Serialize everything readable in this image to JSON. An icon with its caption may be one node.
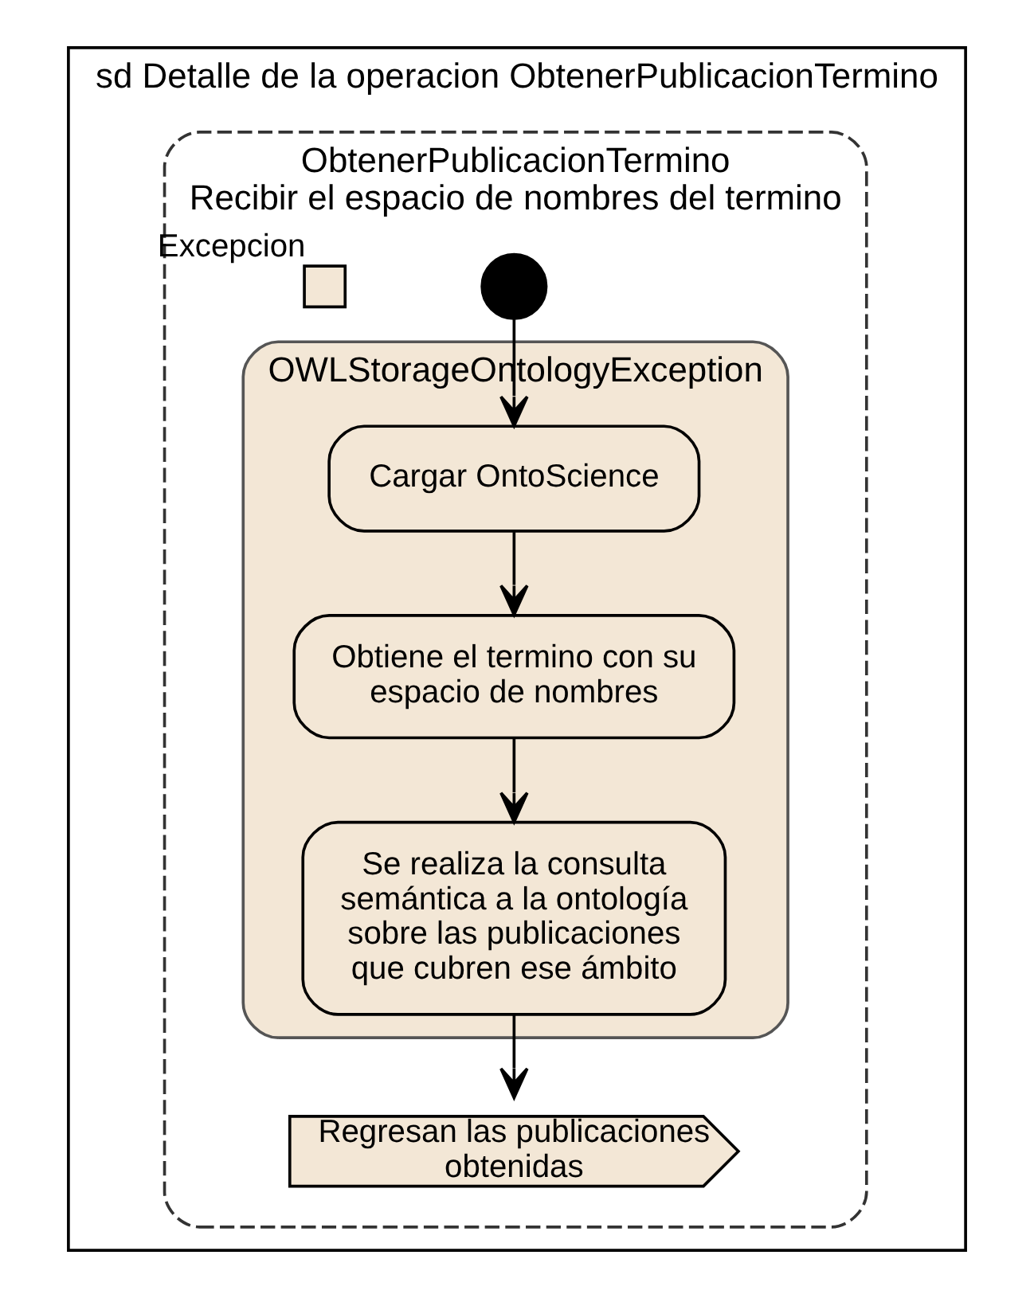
{
  "diagram": {
    "nodes": [
      {
        "text": [
          "sd Detalle de la operacion ObtenerPublicacionTermino"
        ]
      },
      {
        "text": [
          "ObtenerPublicacionTermino",
          "Recibir el espacio de nombres del termino"
        ],
        "in": 0
      },
      {
        "text": [],
        "shape": "circle",
        "in": 1
      },
      {
        "text": [],
        "shape": "box",
        "beside": [
          "Excepcion"
        ],
        "in": 1
      },
      {
        "text": [
          "OWLStorageOntologyException"
        ],
        "in": 1
      },
      {
        "text": [
          "Cargar OntoScience"
        ],
        "in": 4
      },
      {
        "text": [
          "Obtiene el termino con su espacio de nombres"
        ],
        "in": 4
      },
      {
        "text": [
          "Se realiza la consulta semántica a la ontología sobre las publicaciones que cubren ese ámbito"
        ],
        "in": 4
      },
      {
        "text": [
          "Regresan las publicaciones obtenidas"
        ],
        "in": 1
      }
    ],
    "edges": [
      {
        "from": 2,
        "to": 5,
        "arrow": "to"
      },
      {
        "from": 5,
        "to": 6,
        "arrow": "to"
      },
      {
        "from": 6,
        "to": 7,
        "arrow": "to"
      },
      {
        "from": 7,
        "to": 8,
        "arrow": "to"
      }
    ]
  }
}
